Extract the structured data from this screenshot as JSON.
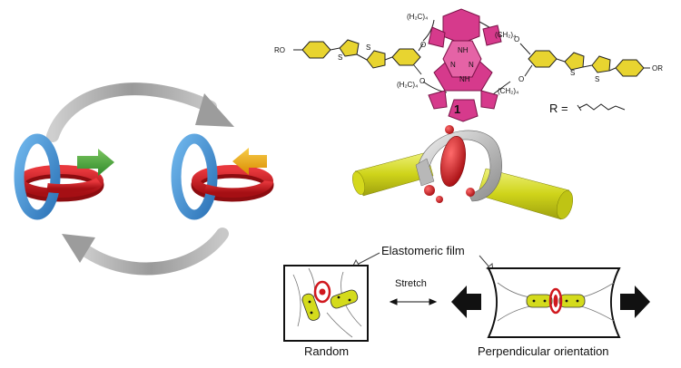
{
  "structure": {
    "ro_left": "RO",
    "or_right": "OR",
    "s_label": "S",
    "o_label": "O",
    "n_label": "N",
    "nh_label": "NH",
    "chain_top": "(H₂C)₄",
    "chain_bottom_left": "(H₂C)₄",
    "chain_right_top": "(CH₂)₄",
    "chain_right_bottom": "(CH₂)₄",
    "compound_number": "1",
    "r_equals": "R ="
  },
  "panel_bottom": {
    "elastomeric_film": "Elastomeric film",
    "stretch": "Stretch",
    "random": "Random",
    "perpendicular": "Perpendicular orientation"
  },
  "colors": {
    "ring_blue": "#3f8fd2",
    "ring_red": "#d0181e",
    "arrow_green": "#4aa23a",
    "arrow_orange": "#eeaa10",
    "rod_yellow": "#d4db1c",
    "porphyrin_magenta": "#d63a8c",
    "thiophene_yellow": "#e0cf2a"
  }
}
